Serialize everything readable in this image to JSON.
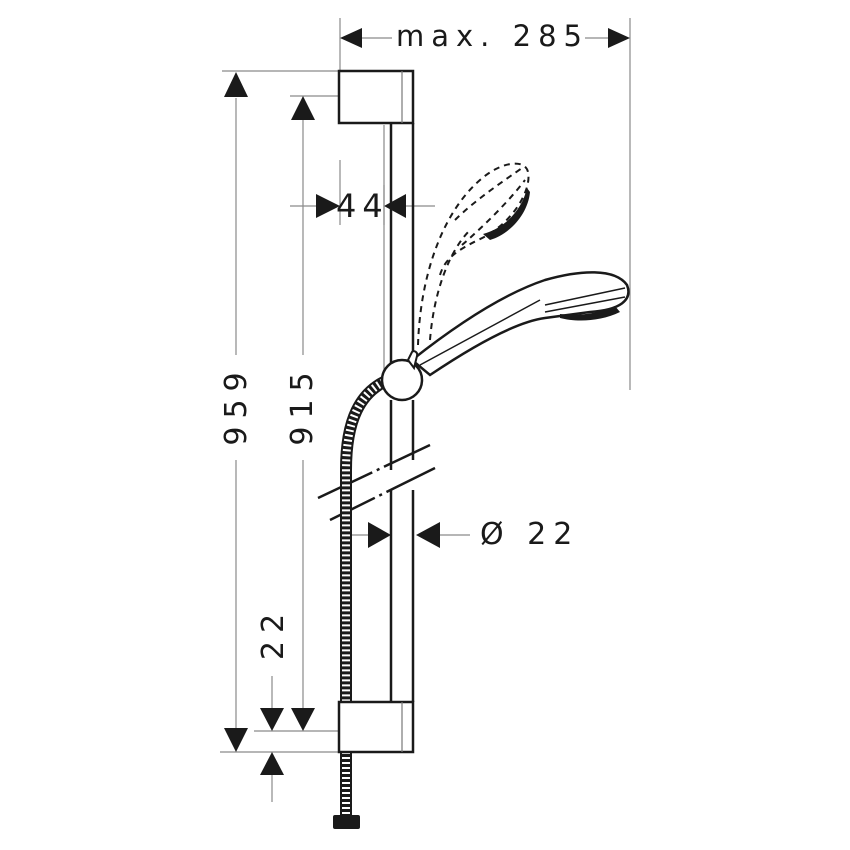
{
  "diagram": {
    "subject": "Shower rail set with hand shower and hose",
    "colors": {
      "line": "#1a1a1a",
      "dimension_line": "#888888",
      "background": "#ffffff"
    },
    "dimensions": {
      "max_width": {
        "label": "max. 285",
        "value": 285,
        "prefix": "max."
      },
      "rail_offset": {
        "label": "44",
        "value": 44
      },
      "total_height": {
        "label": "959",
        "value": 959
      },
      "rail_length": {
        "label": "915",
        "value": 915
      },
      "bottom_offset": {
        "label": "22",
        "value": 22
      },
      "rail_diameter": {
        "label": "Ø 22",
        "value": 22,
        "symbol": "Ø"
      }
    },
    "components": [
      {
        "id": "wall-bracket-top",
        "label": "Top wall bracket"
      },
      {
        "id": "slide-rail",
        "label": "Slide rail"
      },
      {
        "id": "hand-shower",
        "label": "Hand shower (adjustable)"
      },
      {
        "id": "hand-shower-alt-position",
        "label": "Hand shower alternate position (dashed)"
      },
      {
        "id": "slider-holder",
        "label": "Slider / shower holder"
      },
      {
        "id": "shower-hose",
        "label": "Shower hose"
      },
      {
        "id": "wall-bracket-bottom",
        "label": "Bottom wall bracket"
      },
      {
        "id": "hose-connector",
        "label": "Hose nut"
      }
    ]
  }
}
